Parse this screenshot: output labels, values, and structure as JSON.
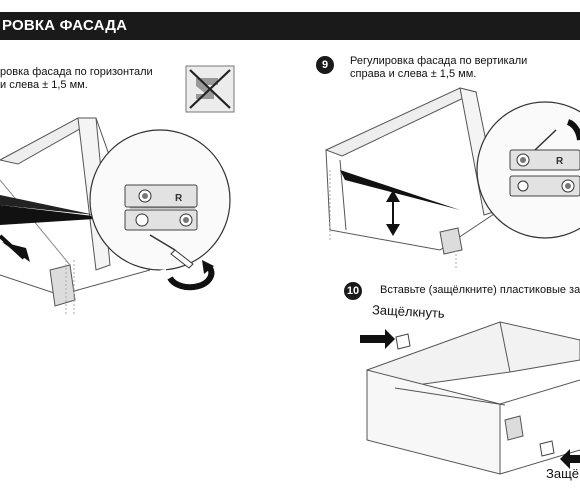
{
  "header": {
    "title": "РОВКА ФАСАДА"
  },
  "step8": {
    "line1": "ровка фасада по горизонтали",
    "line2": "и слева ± 1,5 мм."
  },
  "step9": {
    "number": "9",
    "line1": "Регулировка фасада по вертикали",
    "line2": "справа и слева ± 1,5 мм."
  },
  "step10": {
    "number": "10",
    "line1": "Вставьте (защёлкните) пластиковые загл"
  },
  "labels": {
    "click_top": "Защёлкнуть",
    "click_bottom": "Защё",
    "side_letter": "R"
  },
  "icons": [
    "no-tool-icon",
    "arrow-icon",
    "rotation-arrow-icon"
  ]
}
